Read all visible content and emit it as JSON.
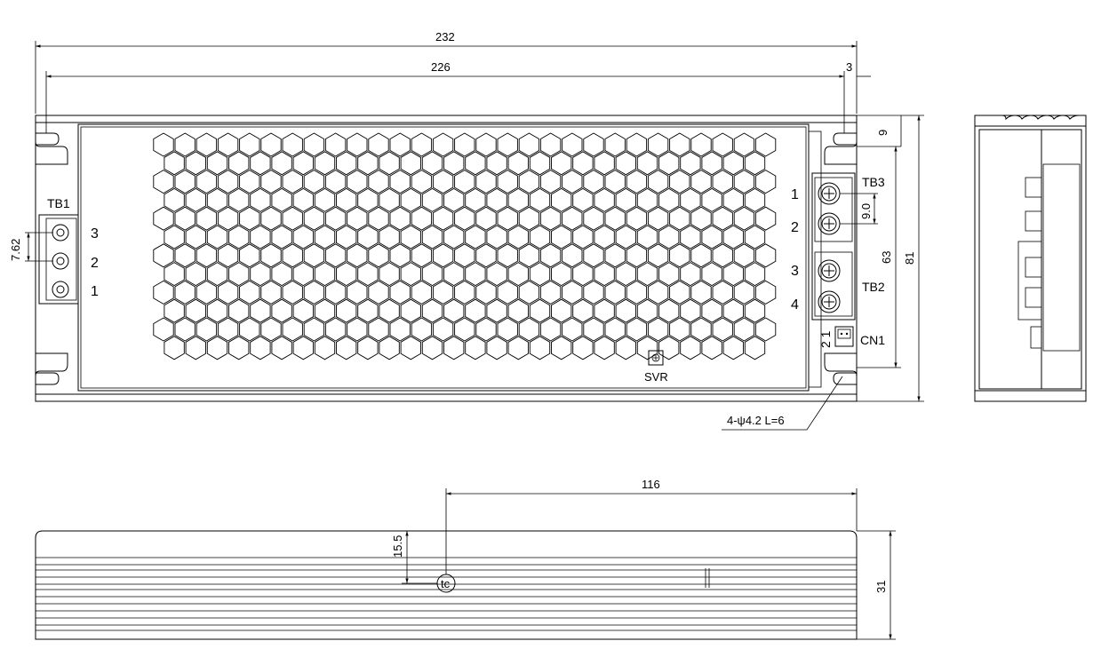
{
  "dimensions": {
    "overall_length": "232",
    "hole_spacing_length": "226",
    "edge_offset": "3",
    "hole_edge_offset": "9",
    "terminal_pitch_tb3": "9.0",
    "hole_spacing_width": "63",
    "overall_width": "81",
    "terminal_pitch_tb1": "7.62",
    "tc_position": "116",
    "tc_height": "15.5",
    "height": "31",
    "mount_holes": "4-ψ4.2 L=6"
  },
  "labels": {
    "tb1": "TB1",
    "tb2": "TB2",
    "tb3": "TB3",
    "cn1": "CN1",
    "svr": "SVR",
    "tc": "tc",
    "tb1_pins": [
      "3",
      "2",
      "1"
    ],
    "right_pins": [
      "1",
      "2",
      "3",
      "4"
    ],
    "cn1_pins": "2 1"
  }
}
